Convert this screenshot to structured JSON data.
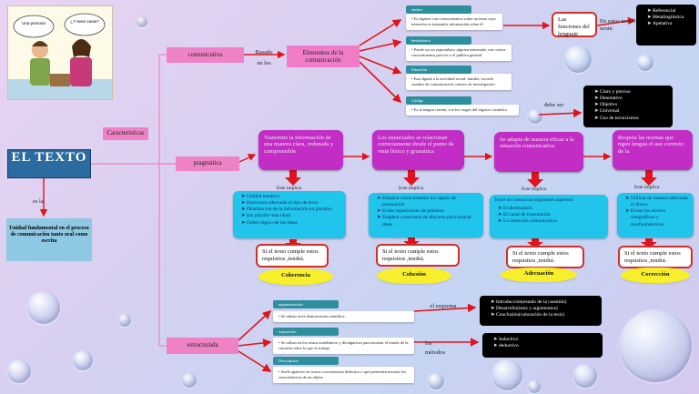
{
  "title": "EL TEXTO",
  "es_la": "es la",
  "definition": "Unidad fundamental en el proceso de comunicación tanto oral como escrita",
  "caracteristicas": "Características",
  "branches": {
    "comunicativa": "comunicativa",
    "pragmatica": "pragmática",
    "estructurada": "estructurada"
  },
  "comunicativa": {
    "link_label": "Basado en los",
    "center": "Elementos de la comunicación",
    "cards": [
      {
        "head": "emisor",
        "body": "• Es alguien con conocimientos sobre un tema cuya intención  es transmitir información sobre él"
      },
      {
        "head": "destinatario",
        "body": "• Puede ser un especialista ,alguien interesado con ciertos conocimientos previos o el público general"
      },
      {
        "head": "Situación",
        "body": "• Esta ligada a la actividad social: familia, escuela ,medios de comunicación, centros de investigación"
      },
      {
        "head": "Código",
        "body": "• Es la lengua común, con los rasgos del registro científico"
      }
    ],
    "funciones_note": "Las funciones del lenguaje",
    "en_estos": "En estos textos serán",
    "funciones": [
      "Referencial",
      "Metalingüística",
      "Apelativa"
    ],
    "debe_ser": "debe ser",
    "rasgos": [
      "Claro y preciso",
      "Denotativo",
      "Objetivo",
      "Universal",
      "Uso de tecnicismos"
    ]
  },
  "pragmatica": {
    "este_implica": "Este implica",
    "columns": [
      {
        "magenta": "Transmite la información de una manera clara, ordenada y comprensible",
        "items": [
          "Unidad temática",
          "Estructura adecuada al tipo de texto",
          "Distribución de la información en párrafos",
          "(un párrafo=una idea)",
          "Orden lógico de las ideas"
        ],
        "note": "Si el texto cumple estos requisitos ,tendrá.",
        "quality": "Coherencia"
      },
      {
        "magenta": "Los enunciados se relacionan correctamente desde el punto de vista léxico y gramática",
        "items": [
          "Emplear correctamente  los signos de puntuación",
          "Evitar repeticiones de palabras",
          "Emplear conectores de discurso para enlazar ideas"
        ],
        "note": "Si el texto cumple estos requisitos ,tendrá.",
        "quality": "Cohesión"
      },
      {
        "magenta": "Se adapta de manera eficaz a la situación comunicativa",
        "intro": "Tener en cuenta los siguientes aspectos:",
        "items": [
          "El destinatario",
          "El canal de transmisión",
          "La intención comunicativa"
        ],
        "note": "Si el texto cumple estos requisitos ,tendrá.",
        "quality": "Adecuación"
      },
      {
        "magenta": "Respeta las normas que rigen lengua el uso correcto de la",
        "items": [
          "Utilizar de manera adecuada el léxico",
          "Evitar los errores ortográficos y morfosintácticos"
        ],
        "note": "Si el texto cumple estos requisitos ,tendrá.",
        "quality": "Corrección"
      }
    ]
  },
  "estructurada": {
    "cards": [
      {
        "head": "argumentación",
        "body": "• Se utiliza en la demostración científica"
      },
      {
        "head": "exposición",
        "body": "• Se utiliza en los textos académicos y divulgativos para mostrar el estado de la cuestión sobre la que se trabaja"
      },
      {
        "head": "Descripción",
        "body": "• Suele aparecer en textos con intención  didáctica o que pretenden mostrar las características de un objeto"
      }
    ],
    "el_esquema": "el esquema",
    "esquema": [
      "Introducción(estado de la cuestión)",
      "Desarrollo(tesis y argumentos)",
      "Conclusión(valoración de la tesis)"
    ],
    "los_metodos": "los métodos",
    "metodos": [
      "Inductivo",
      "deductivo"
    ]
  },
  "cartoon_speech": [
    "Una persona",
    "¿Y tiene caras?"
  ]
}
